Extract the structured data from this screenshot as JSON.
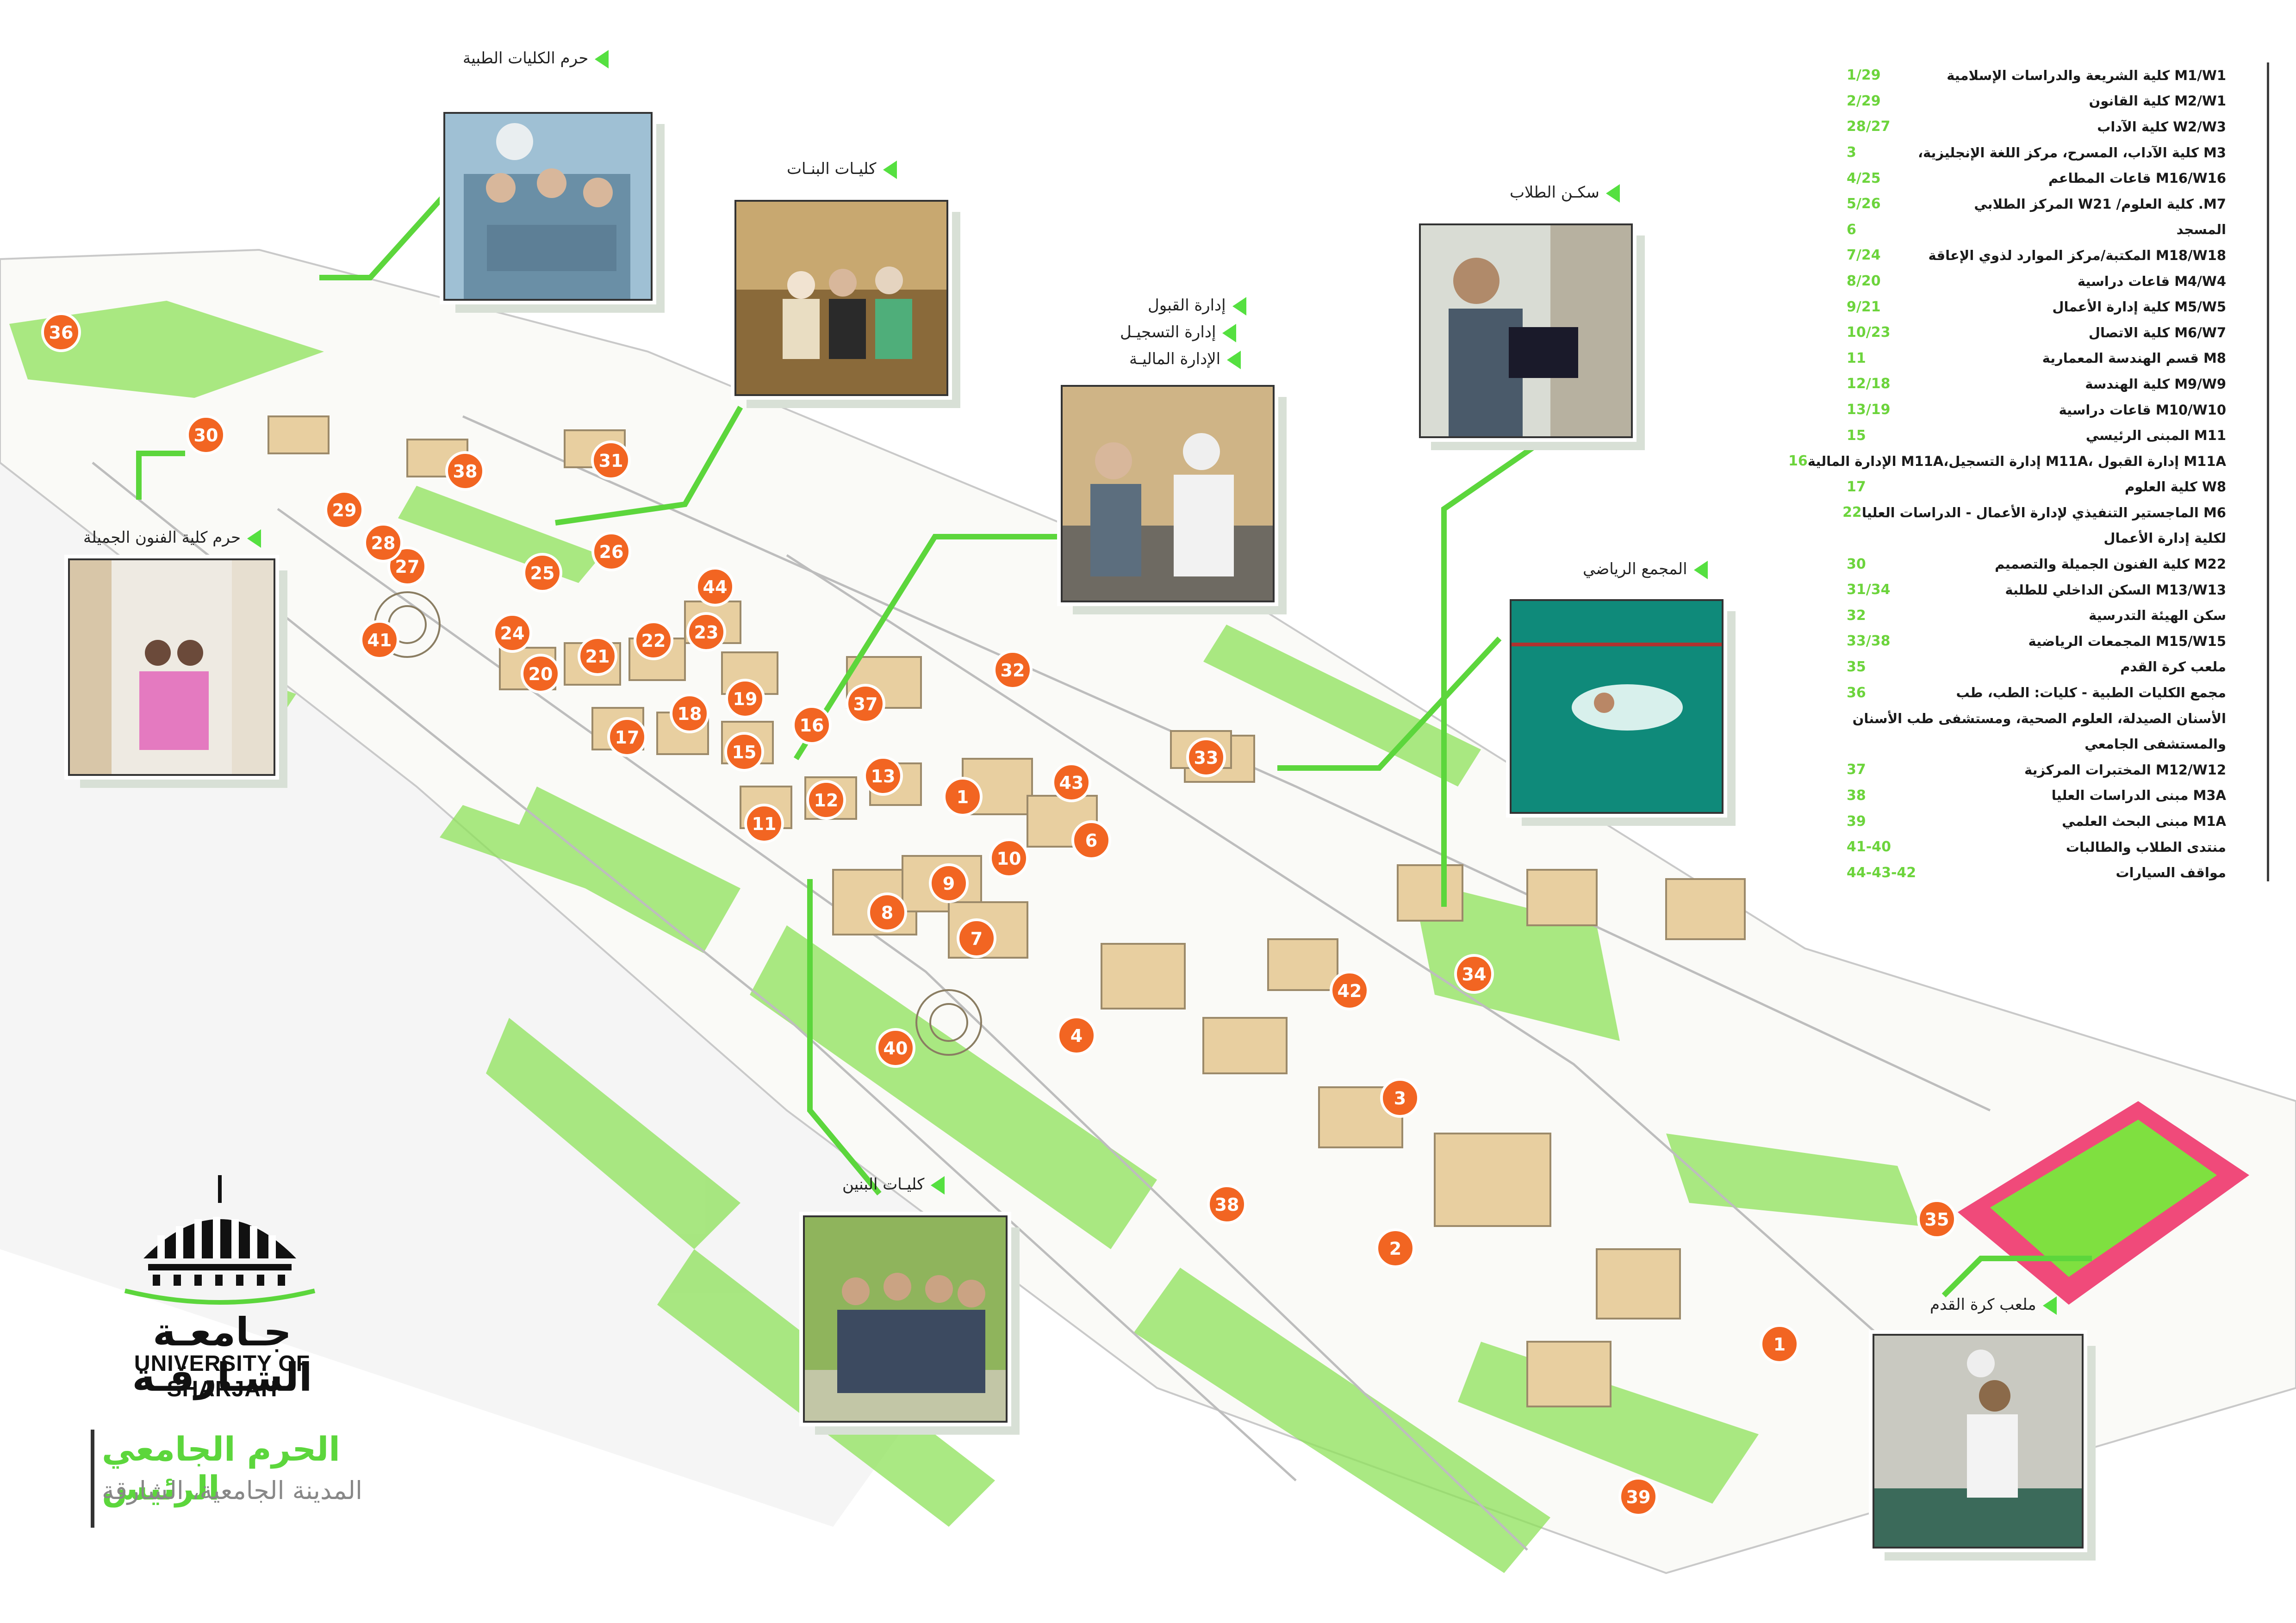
{
  "photos": [
    {
      "id": "medical",
      "label": "حرم الكليات الطبية"
    },
    {
      "id": "girls",
      "label": "كليـات البنـات"
    },
    {
      "id": "admin",
      "labels": [
        "إدارة القبول",
        "إدارة التسجيـل",
        "الإدارة الماليـة"
      ]
    },
    {
      "id": "housing",
      "label": "سكـن الطلاب"
    },
    {
      "id": "finearts",
      "label": "حرم كلية الفنون الجميلة"
    },
    {
      "id": "sports",
      "label": "المجمع الرياضي"
    },
    {
      "id": "boys",
      "label": "كليـات البنين"
    },
    {
      "id": "football",
      "label": "ملعب كرة القدم"
    }
  ],
  "markers": [
    "1",
    "2",
    "3",
    "4",
    "1",
    "6",
    "7",
    "8",
    "9",
    "10",
    "11",
    "12",
    "13",
    "15",
    "16",
    "17",
    "18",
    "19",
    "20",
    "21",
    "22",
    "23",
    "24",
    "25",
    "26",
    "27",
    "28",
    "29",
    "30",
    "31",
    "32",
    "33",
    "34",
    "35",
    "36",
    "37",
    "38",
    "38",
    "39",
    "40",
    "41",
    "42",
    "43",
    "44"
  ],
  "legend": [
    {
      "num": "1/29",
      "text": "M1/W1 كلية الشريعة والدراسات الإسلامية"
    },
    {
      "num": "2/29",
      "text": "M2/W1 كلية القانون"
    },
    {
      "num": "28/27",
      "text": "W2/W3 كلية الآداب"
    },
    {
      "num": "3",
      "text": "M3 كلية الآداب، المسرح، مركز اللغة الإنجليزية،"
    },
    {
      "num": "4/25",
      "text": "M16/W16 قاعات المطاعم"
    },
    {
      "num": "5/26",
      "text": "M7. كلية العلوم/ W21 المركز الطلابي"
    },
    {
      "num": "6",
      "text": "المسجد"
    },
    {
      "num": "7/24",
      "text": "M18/W18 المكتبة/مركز الموارد لذوي الإعاقة"
    },
    {
      "num": "8/20",
      "text": "M4/W4 قاعات دراسية"
    },
    {
      "num": "9/21",
      "text": "M5/W5 كلية إدارة الأعمال"
    },
    {
      "num": "10/23",
      "text": "M6/W7 كلية الاتصال"
    },
    {
      "num": "11",
      "text": "M8 قسم الهندسة المعمارية"
    },
    {
      "num": "12/18",
      "text": "M9/W9 كلية الهندسة"
    },
    {
      "num": "13/19",
      "text": "M10/W10 قاعات دراسية"
    },
    {
      "num": "15",
      "text": "M11 المبنى الرئيسي"
    },
    {
      "num": "16",
      "text": "M11A إدارة القبول ،M11A إدارة التسجيل،M11A الإدارة المالية"
    },
    {
      "num": "17",
      "text": "W8 كلية العلوم"
    },
    {
      "num": "22",
      "text": "M6 الماجستير التنفيذي لإدارة الأعمال - الدراسات العليا"
    },
    {
      "num": "",
      "text": "لكلية إدارة الأعمال"
    },
    {
      "num": "30",
      "text": "M22 كلية الفنون الجميلة والتصميم"
    },
    {
      "num": "31/34",
      "text": "M13/W13 السكن الداخلي للطلبة"
    },
    {
      "num": "32",
      "text": "سكن الهيئة التدرسية"
    },
    {
      "num": "33/38",
      "text": "M15/W15 المجمعات الرياضية"
    },
    {
      "num": "35",
      "text": "ملعب كرة القدم"
    },
    {
      "num": "36",
      "text": "مجمع الكليات الطبية - كليات: الطب، طب"
    },
    {
      "num": "",
      "text": "الأسنان الصيدلة، العلوم الصحية، ومستشفى طب الأسنان"
    },
    {
      "num": "",
      "text": "والمستشفى الجامعي"
    },
    {
      "num": "37",
      "text": "M12/W12 المختبرات المركزية"
    },
    {
      "num": "38",
      "text": "M3A مبنى الدراسات العليا"
    },
    {
      "num": "39",
      "text": "M1A مبنى البحث العلمي"
    },
    {
      "num": "41-40",
      "text": "منتدى الطلاب والطالبات"
    },
    {
      "num": "44-43-42",
      "text": "مواقف السيارات"
    }
  ],
  "logo": {
    "arabic": "جـامعـة الشـارقـة",
    "english": "UNIVERSITY OF SHARJAH"
  },
  "title": {
    "main": "الحرم الجامعي الرئيس",
    "sub": "المدينة الجامعية، الشارقة"
  },
  "colors": {
    "accent": "#5cd63c",
    "marker": "#f26522",
    "marker_border": "#ffffff",
    "building": "#e8cfa0",
    "grass": "#8ee25a",
    "track": "#f04a7a"
  }
}
